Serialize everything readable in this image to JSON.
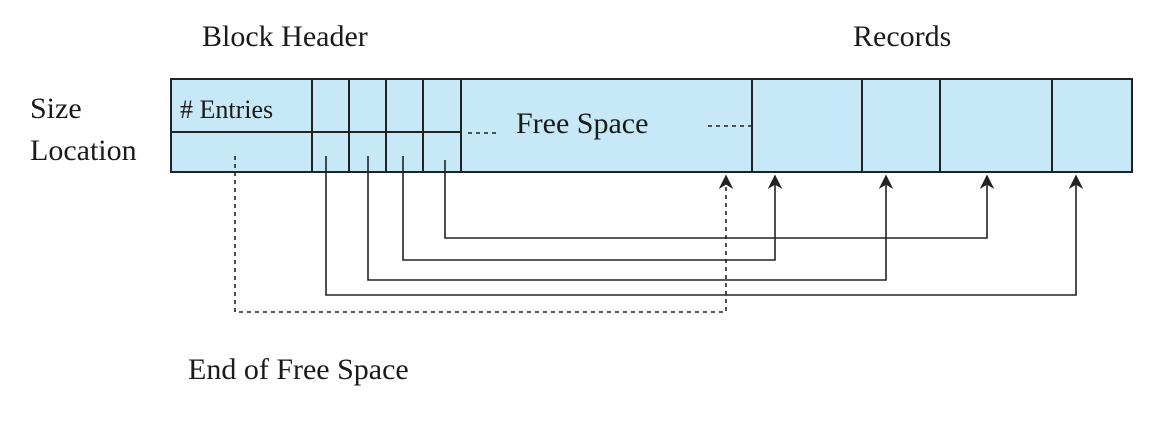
{
  "labels": {
    "block_header": "Block Header",
    "records": "Records",
    "size": "Size",
    "location": "Location",
    "entries": "# Entries",
    "free_space": "Free Space",
    "end_of_free_space": "End of Free Space"
  },
  "colors": {
    "block_fill": "#c6e8f7",
    "stroke": "#222222"
  }
}
